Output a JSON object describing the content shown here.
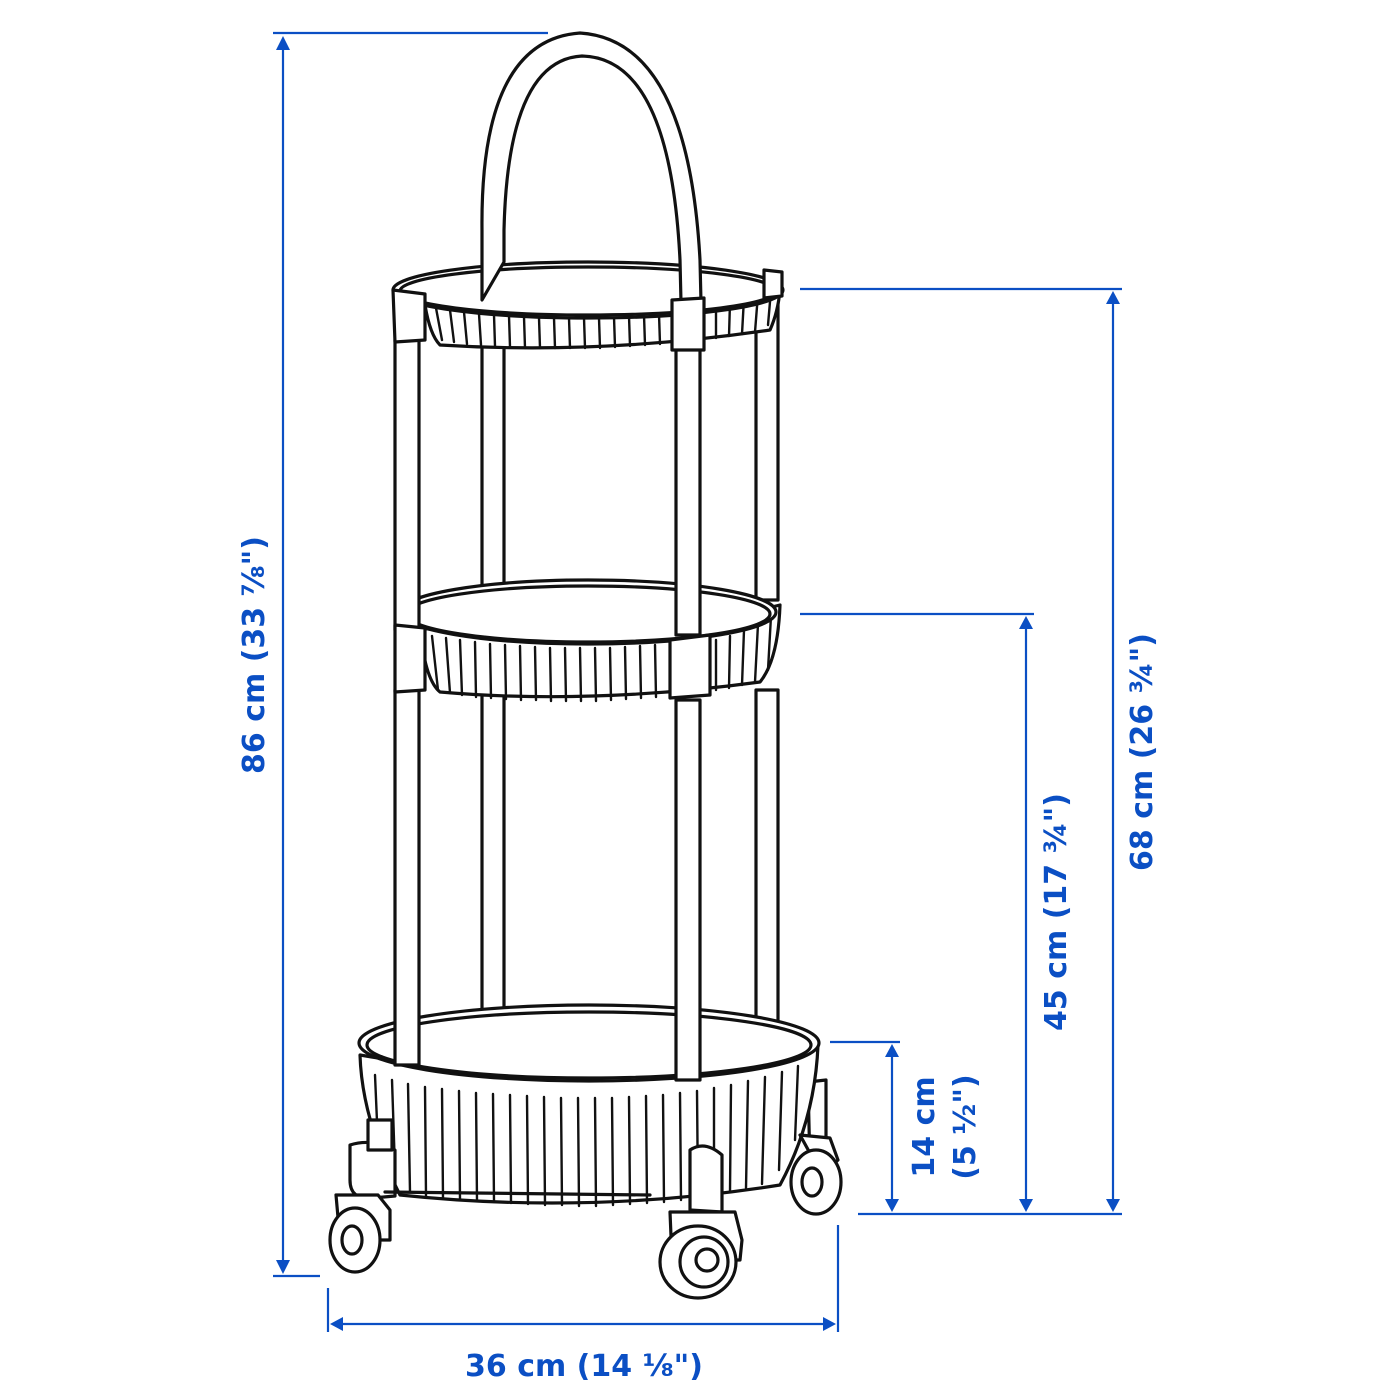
{
  "diagram": {
    "subject": "round three-tier trolley with handle and castors",
    "accent_color": "#0b4fc4",
    "line_color": "#111111",
    "background": "#ffffff"
  },
  "dimensions": {
    "total_height": {
      "label": "86 cm (33 ⅞\")",
      "cm": 86,
      "inches": "33 7/8"
    },
    "top_shelf_height": {
      "label": "68 cm (26 ¾\")",
      "cm": 68,
      "inches": "26 3/4"
    },
    "middle_shelf_height": {
      "label": "45 cm (17 ¾\")",
      "cm": 45,
      "inches": "17 3/4"
    },
    "bottom_shelf_height": {
      "label_line1": "14 cm",
      "label_line2": "(5 ½\")",
      "cm": 14,
      "inches": "5 1/2"
    },
    "diameter": {
      "label": "36 cm (14 ⅛\")",
      "cm": 36,
      "inches": "14 1/8"
    }
  }
}
